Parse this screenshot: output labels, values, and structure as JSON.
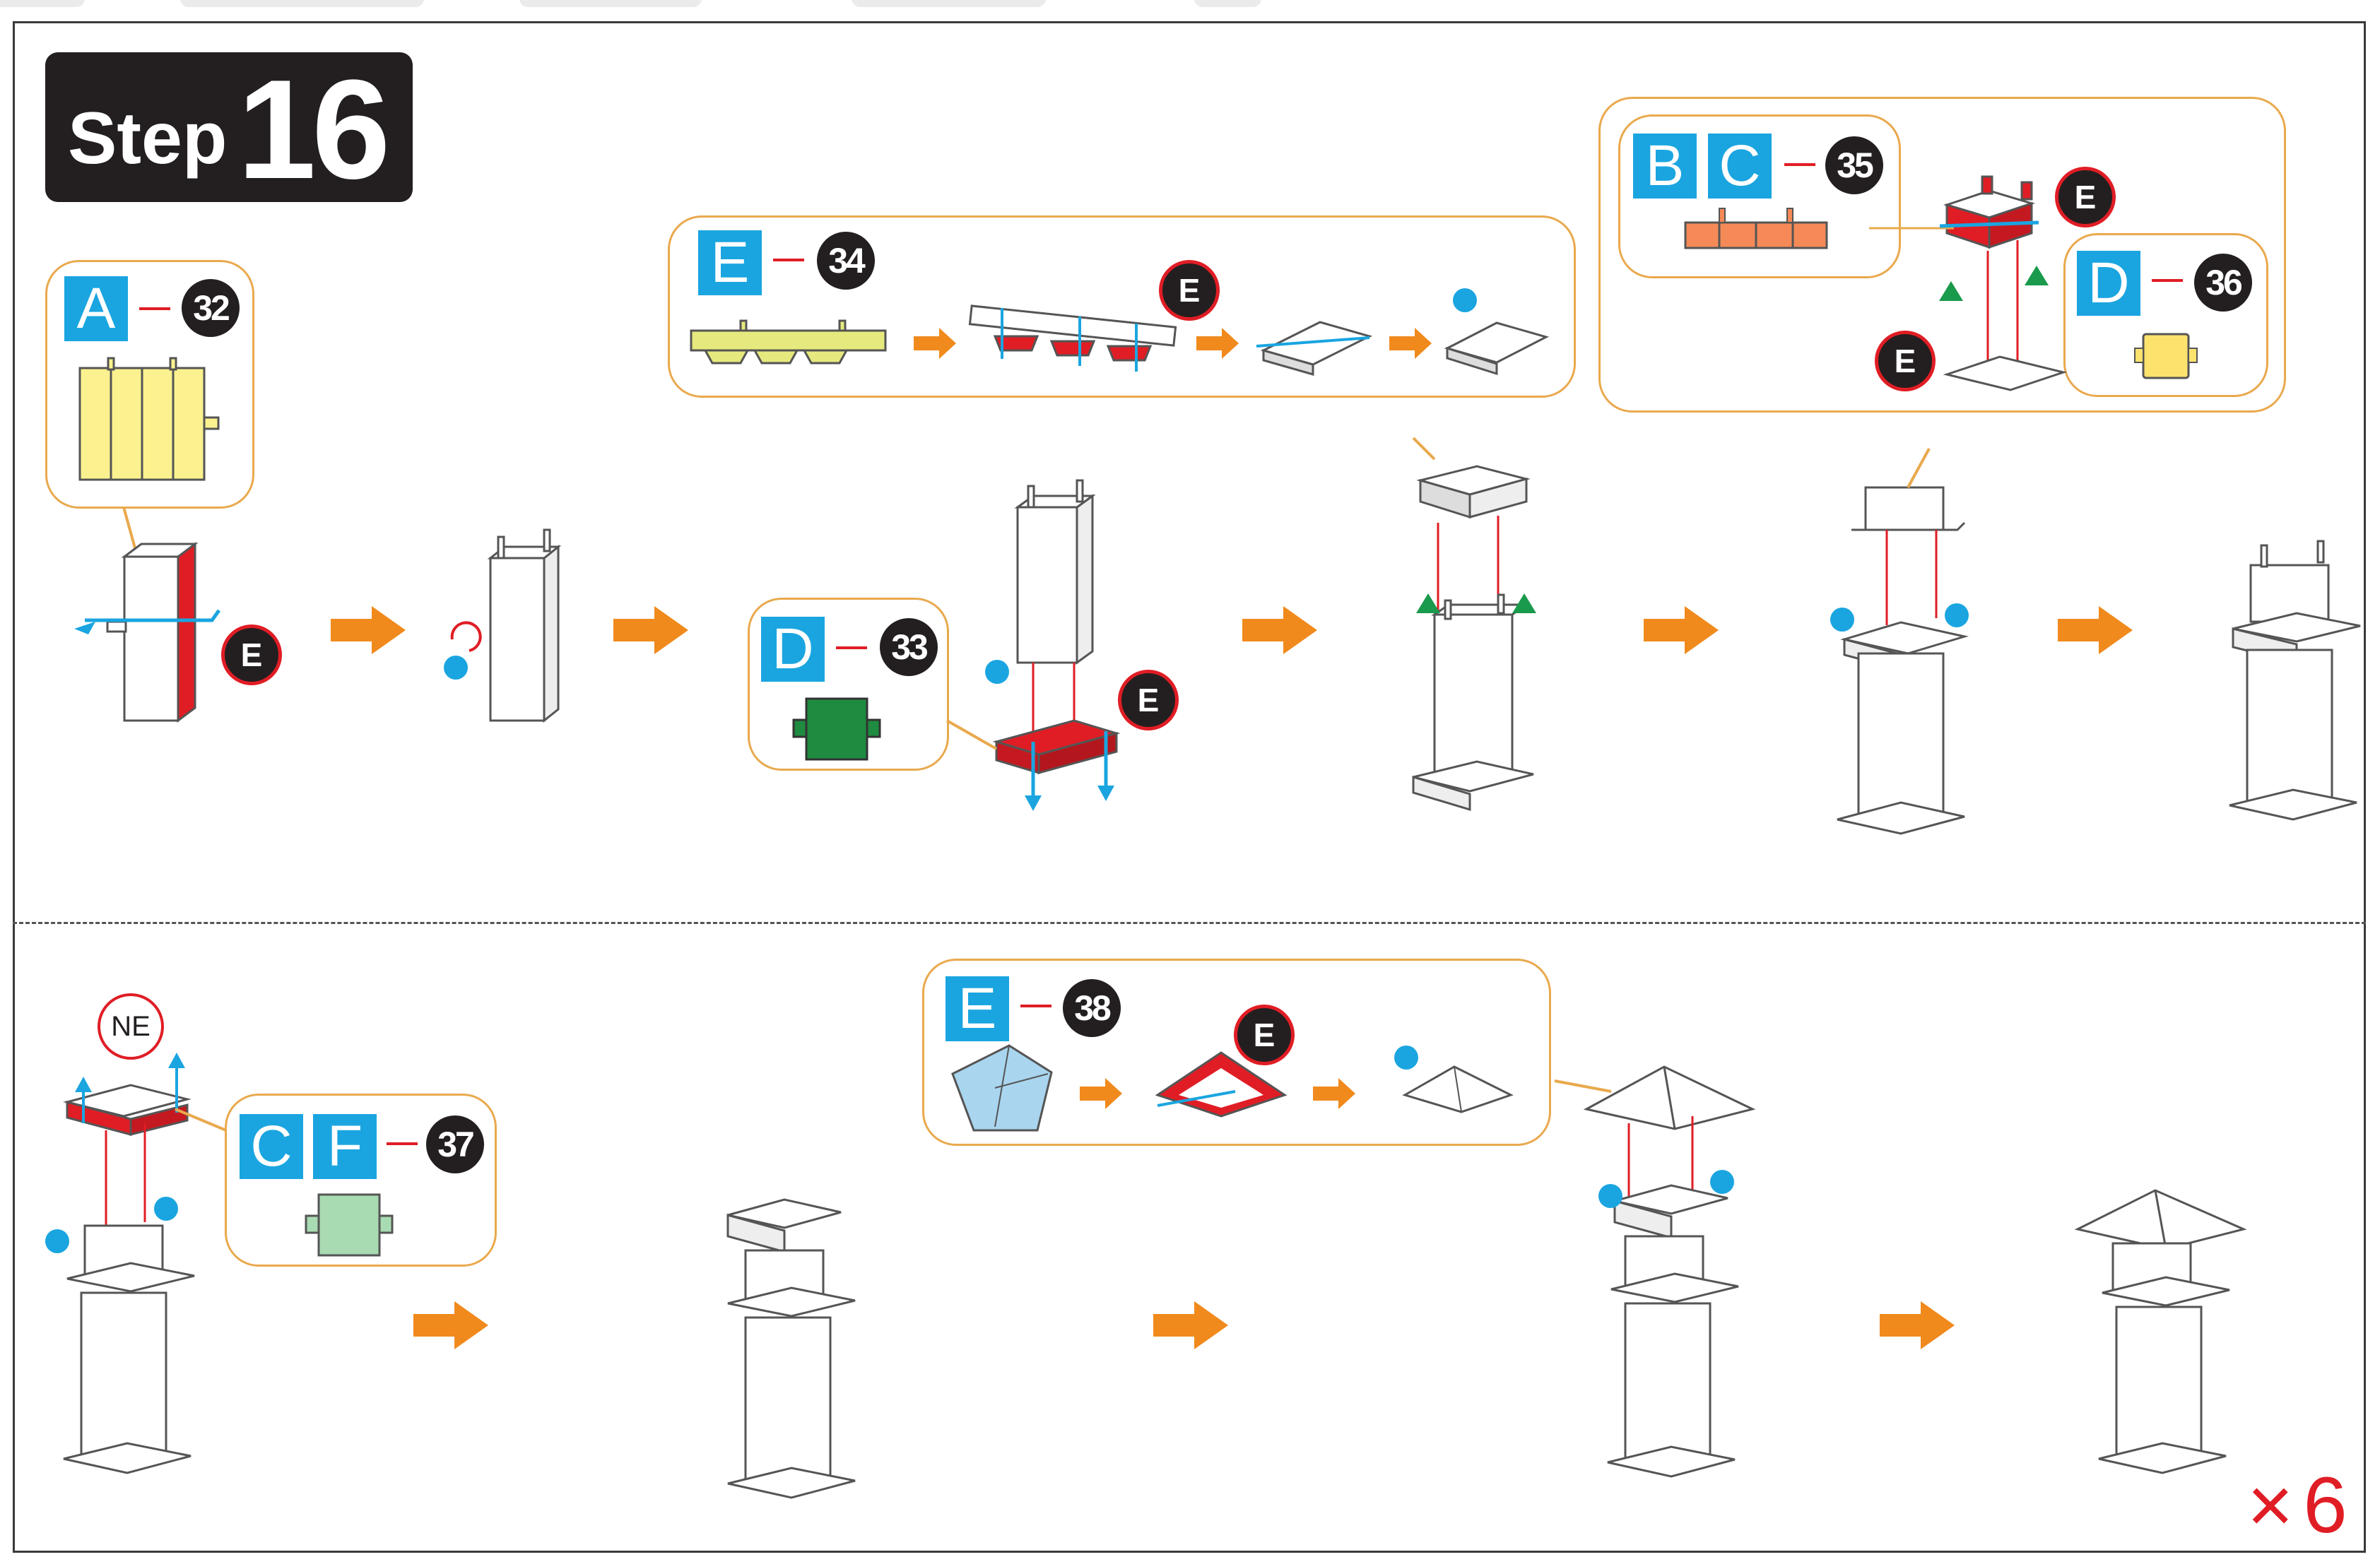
{
  "step": {
    "word": "Step",
    "number": "16"
  },
  "callouts": [
    {
      "letters": [
        "A"
      ],
      "number": "32"
    },
    {
      "letters": [
        "E"
      ],
      "number": "34"
    },
    {
      "letters": [
        "D"
      ],
      "number": "33"
    },
    {
      "letters": [
        "B",
        "C"
      ],
      "number": "35"
    },
    {
      "letters": [
        "D"
      ],
      "number": "36"
    },
    {
      "letters": [
        "C",
        "F"
      ],
      "number": "37"
    },
    {
      "letters": [
        "E"
      ],
      "number": "38"
    }
  ],
  "part_label": "E",
  "orientation_label": "NE",
  "multiplier": {
    "symbol": "×",
    "count": "6"
  },
  "colors": {
    "accent_orange": "#f08a1d",
    "callout_border": "#e9a94d",
    "label_blue": "#1aa5e0",
    "part_red": "#e01d25",
    "badge_black": "#231f20",
    "glue_green": "#1a9a4c"
  }
}
